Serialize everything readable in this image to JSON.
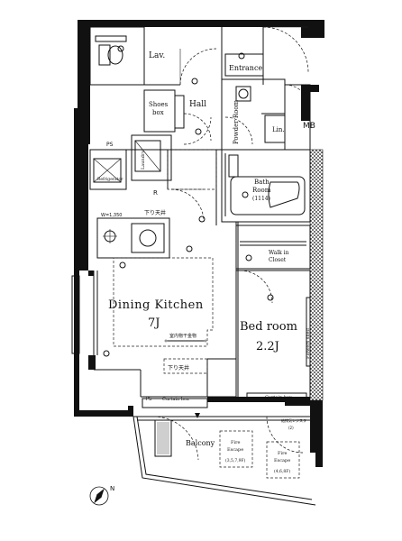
{
  "rooms": {
    "lav": "Lav.",
    "entrance": "Entrance",
    "shoes_box_line1": "Shoes",
    "shoes_box_line2": "box",
    "hall": "Hall",
    "powder_room": "Powder Room",
    "lin": "Lin.",
    "mb": "MB",
    "ps_top": "PS",
    "laundry": "Laundry",
    "refrigerator": "Refrigerator",
    "bath_room_line1": "Bath",
    "bath_room_line2": "Room",
    "bath_room_size": "(1114)",
    "r_mark": "R",
    "ceiling_drop_kitchen": "下り天井",
    "hood_width": "W=1,350",
    "walk_in_closet_line1": "Walk in",
    "walk_in_closet_line2": "Closet",
    "dining_kitchen": "Dining Kitchen",
    "dining_kitchen_size": "7J",
    "indoor_drying": "室内物干金物",
    "ceiling_drop_dining": "下り天井",
    "bed_room": "Bed room",
    "bed_room_size": "2.2J",
    "curtain_box_left": "Curtain box",
    "curtain_box_bottom_left": "Curtain box",
    "curtain_box_bottom_right": "Curtain box",
    "flowers_shelf": "Flowers shelf",
    "ps_bottom": "PS",
    "balcony": "Balcony",
    "fire_escape_1_line1": "Fire",
    "fire_escape_1_line2": "Escape",
    "fire_escape_1_note": "(3,5,7,9F)",
    "fire_escape_2_line1": "Fire",
    "fire_escape_2_line2": "Escape",
    "fire_escape_2_note": "(4,6,8F)",
    "vent_label": "給排気レジスタ",
    "aircon_label": "(2)"
  },
  "compass": {
    "north_mark": "N"
  }
}
